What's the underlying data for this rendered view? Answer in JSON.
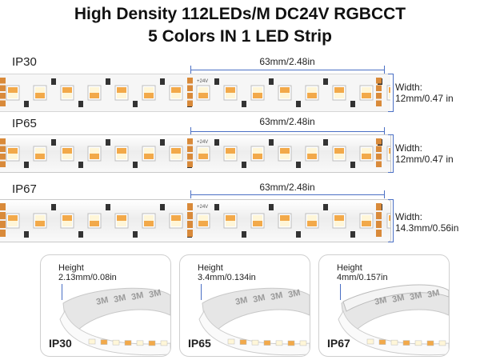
{
  "title": {
    "line1": "High Density 112LEDs/M DC24V RGBCCT",
    "line2": "5 Colors IN 1 LED Strip"
  },
  "strips": [
    {
      "ip": "IP30",
      "length_label": "63mm/2.48in",
      "width_line1": "Width:",
      "width_line2": "12mm/0.47 in"
    },
    {
      "ip": "IP65",
      "length_label": "63mm/2.48in",
      "width_line1": "Width:",
      "width_line2": "12mm/0.47 in"
    },
    {
      "ip": "IP67",
      "length_label": "63mm/2.48in",
      "width_line1": "Width:",
      "width_line2": "14.3mm/0.56in"
    }
  ],
  "segment_marking": "+24V",
  "tape_brand": "3M",
  "cards": [
    {
      "ip": "IP30",
      "height_title": "Height",
      "height_value": "2.13mm/0.08in"
    },
    {
      "ip": "IP65",
      "height_title": "Height",
      "height_value": "3.4mm/0.134in"
    },
    {
      "ip": "IP67",
      "height_title": "Height",
      "height_value": "4mm/0.157in"
    }
  ],
  "colors": {
    "accent": "#4a6fc4",
    "led_warm": "#f2a94a",
    "led_cool": "#fff6d8",
    "copper": "#d98a3a",
    "tape": "#e6e6e6"
  }
}
